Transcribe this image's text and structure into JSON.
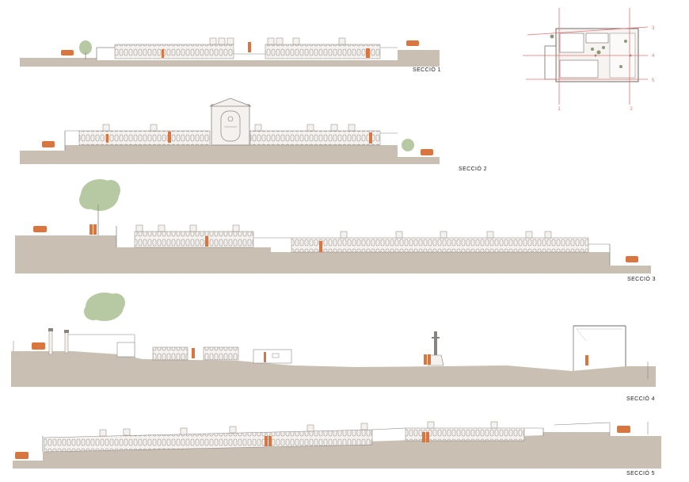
{
  "colors": {
    "ground": "#c9bfb3",
    "niche_wall": "#f4f1ee",
    "niche_line": "#8a8480",
    "figure": "#d9753f",
    "tree": "#b7c9a3",
    "plan_line": "#e57373",
    "plan_wall": "#6e6e6e"
  },
  "sections": [
    {
      "label": "SECCIÓ 1"
    },
    {
      "label": "SECCIÓ 2"
    },
    {
      "label": "SECCIÓ 3"
    },
    {
      "label": "SECCIÓ 4"
    },
    {
      "label": "SECCIÓ 5"
    }
  ],
  "key_plan": {
    "markers": [
      "1",
      "2",
      "3",
      "4",
      "5"
    ]
  }
}
